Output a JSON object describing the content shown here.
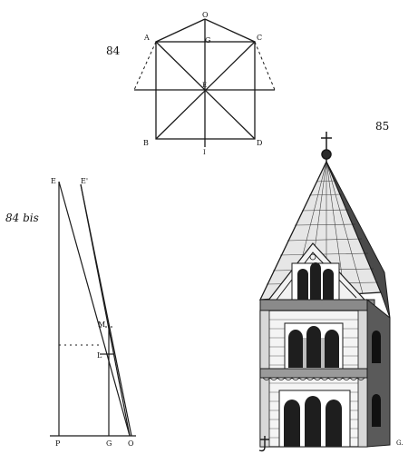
{
  "figure_a": {
    "number": "84",
    "labels": {
      "apex": "O",
      "top_left": "A",
      "top_mid": "G",
      "top_right": "C",
      "center": "E",
      "bottom_left": "B",
      "bottom_mid": "I",
      "bottom_right": "D"
    }
  },
  "figure_b": {
    "number": "84 bis",
    "labels": {
      "top_left": "E",
      "top_right": "E'",
      "mid_upper": "M",
      "mid_lower": "L",
      "base_left": "P",
      "base_mid": "G",
      "base_right": "O"
    }
  },
  "figure_c": {
    "number": "85",
    "signature": "G."
  }
}
